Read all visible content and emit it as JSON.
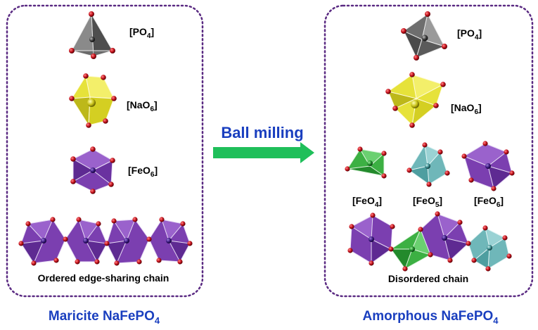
{
  "left_panel": {
    "title_main": "Maricite NaFePO",
    "title_sub": "4",
    "labels": {
      "po4": {
        "main": "[PO",
        "sub": "4",
        "end": "]"
      },
      "nao6": {
        "main": "[NaO",
        "sub": "6",
        "end": "]"
      },
      "feo6": {
        "main": "[FeO",
        "sub": "6",
        "end": "]"
      }
    },
    "chain_caption": "Ordered edge-sharing chain"
  },
  "right_panel": {
    "title_main": "Amorphous NaFePO",
    "title_sub": "4",
    "labels": {
      "po4": {
        "main": "[PO",
        "sub": "4",
        "end": "]"
      },
      "nao6": {
        "main": "[NaO",
        "sub": "6",
        "end": "]"
      },
      "feo4": {
        "main": "[FeO",
        "sub": "4",
        "end": "]"
      },
      "feo5": {
        "main": "[FeO",
        "sub": "5",
        "end": "]"
      },
      "feo6": {
        "main": "[FeO",
        "sub": "6",
        "end": "]"
      }
    },
    "chain_caption": "Disordered chain"
  },
  "arrow": {
    "label": "Ball milling"
  },
  "colors": {
    "phosphate": "#6e6e6e",
    "sodium": "#e6e23a",
    "iron_oct": "#7b3fb0",
    "iron_tet": "#3cb043",
    "iron_pent": "#6fb7b9",
    "oxygen": "#c8141e",
    "arrow": "#1fbf5a",
    "border": "#5a2a82",
    "title": "#1a3fbf"
  }
}
